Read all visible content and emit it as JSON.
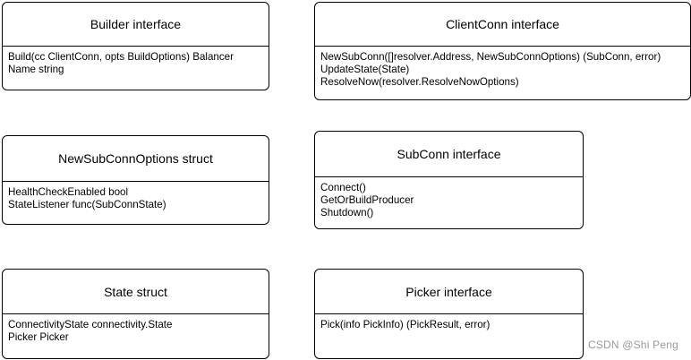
{
  "boxes": [
    {
      "title": "Builder interface",
      "members": [
        "Build(cc ClientConn, opts BuildOptions) Balancer",
        "Name string"
      ]
    },
    {
      "title": "ClientConn interface",
      "members": [
        "NewSubConn([]resolver.Address, NewSubConnOptions) (SubConn, error)",
        "UpdateState(State)",
        "ResolveNow(resolver.ResolveNowOptions)"
      ]
    },
    {
      "title": "NewSubConnOptions struct",
      "members": [
        "HealthCheckEnabled bool",
        "StateListener func(SubConnState)"
      ]
    },
    {
      "title": "SubConn interface",
      "members": [
        "Connect()",
        "GetOrBuildProducer",
        "Shutdown()"
      ]
    },
    {
      "title": "State struct",
      "members": [
        "ConnectivityState connectivity.State",
        "Picker Picker"
      ]
    },
    {
      "title": "Picker interface",
      "members": [
        "Pick(info PickInfo) (PickResult, error)"
      ]
    }
  ],
  "watermark": "CSDN @Shi Peng"
}
